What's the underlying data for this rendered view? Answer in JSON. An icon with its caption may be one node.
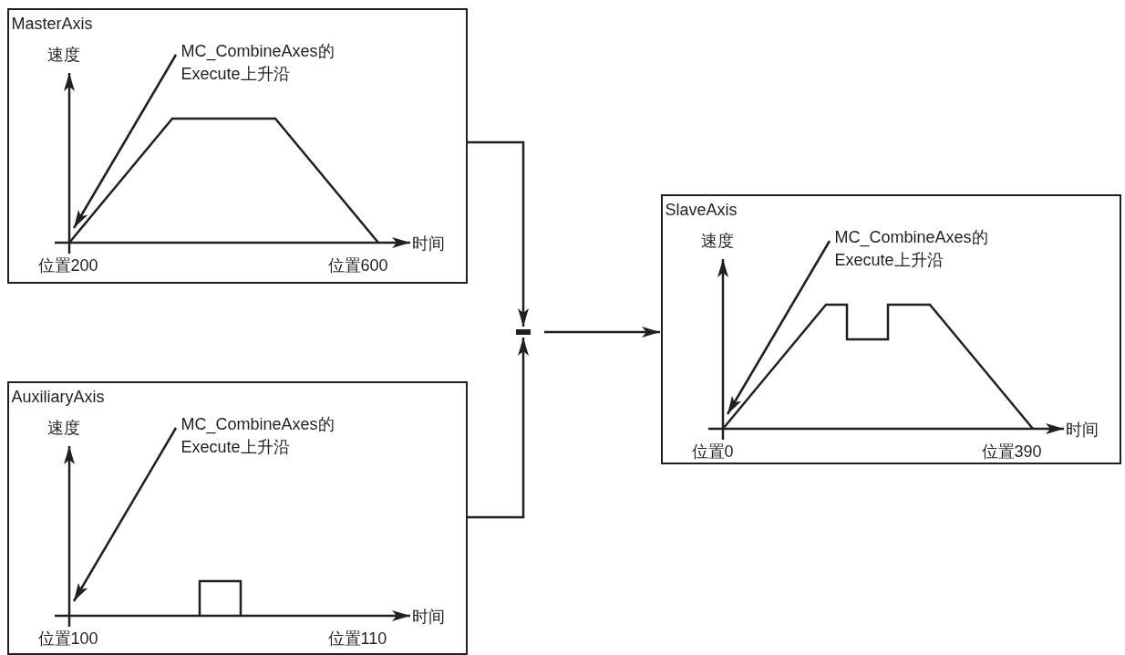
{
  "diagram": {
    "nodes": [
      {
        "text": [
          "MasterAxis",
          "速度",
          "时间",
          "位置200",
          "位置600"
        ]
      },
      {
        "text": [
          "MC_CombineAxes的 Execute上升沿"
        ],
        "in": 0
      },
      {
        "text": [
          "AuxiliaryAxis",
          "速度",
          "时间",
          "位置100",
          "位置110"
        ]
      },
      {
        "text": [
          "MC_CombineAxes的 Execute上升沿"
        ],
        "in": 2
      },
      {
        "text": [],
        "shape": "bar"
      },
      {
        "text": [
          "SlaveAxis",
          "速度",
          "时间",
          "位置0",
          "位置390"
        ]
      },
      {
        "text": [
          "MC_CombineAxes的 Execute上升沿"
        ],
        "in": 5
      }
    ],
    "edges": [
      {
        "from": 0,
        "to": 4,
        "arrow": "to"
      },
      {
        "from": 2,
        "to": 4,
        "arrow": "to"
      },
      {
        "from": 4,
        "to": 5,
        "arrow": "to"
      },
      {
        "from": 1,
        "to": null,
        "arrow": "to"
      },
      {
        "from": 3,
        "to": null,
        "arrow": "to"
      },
      {
        "from": 6,
        "to": null,
        "arrow": "to"
      }
    ]
  }
}
